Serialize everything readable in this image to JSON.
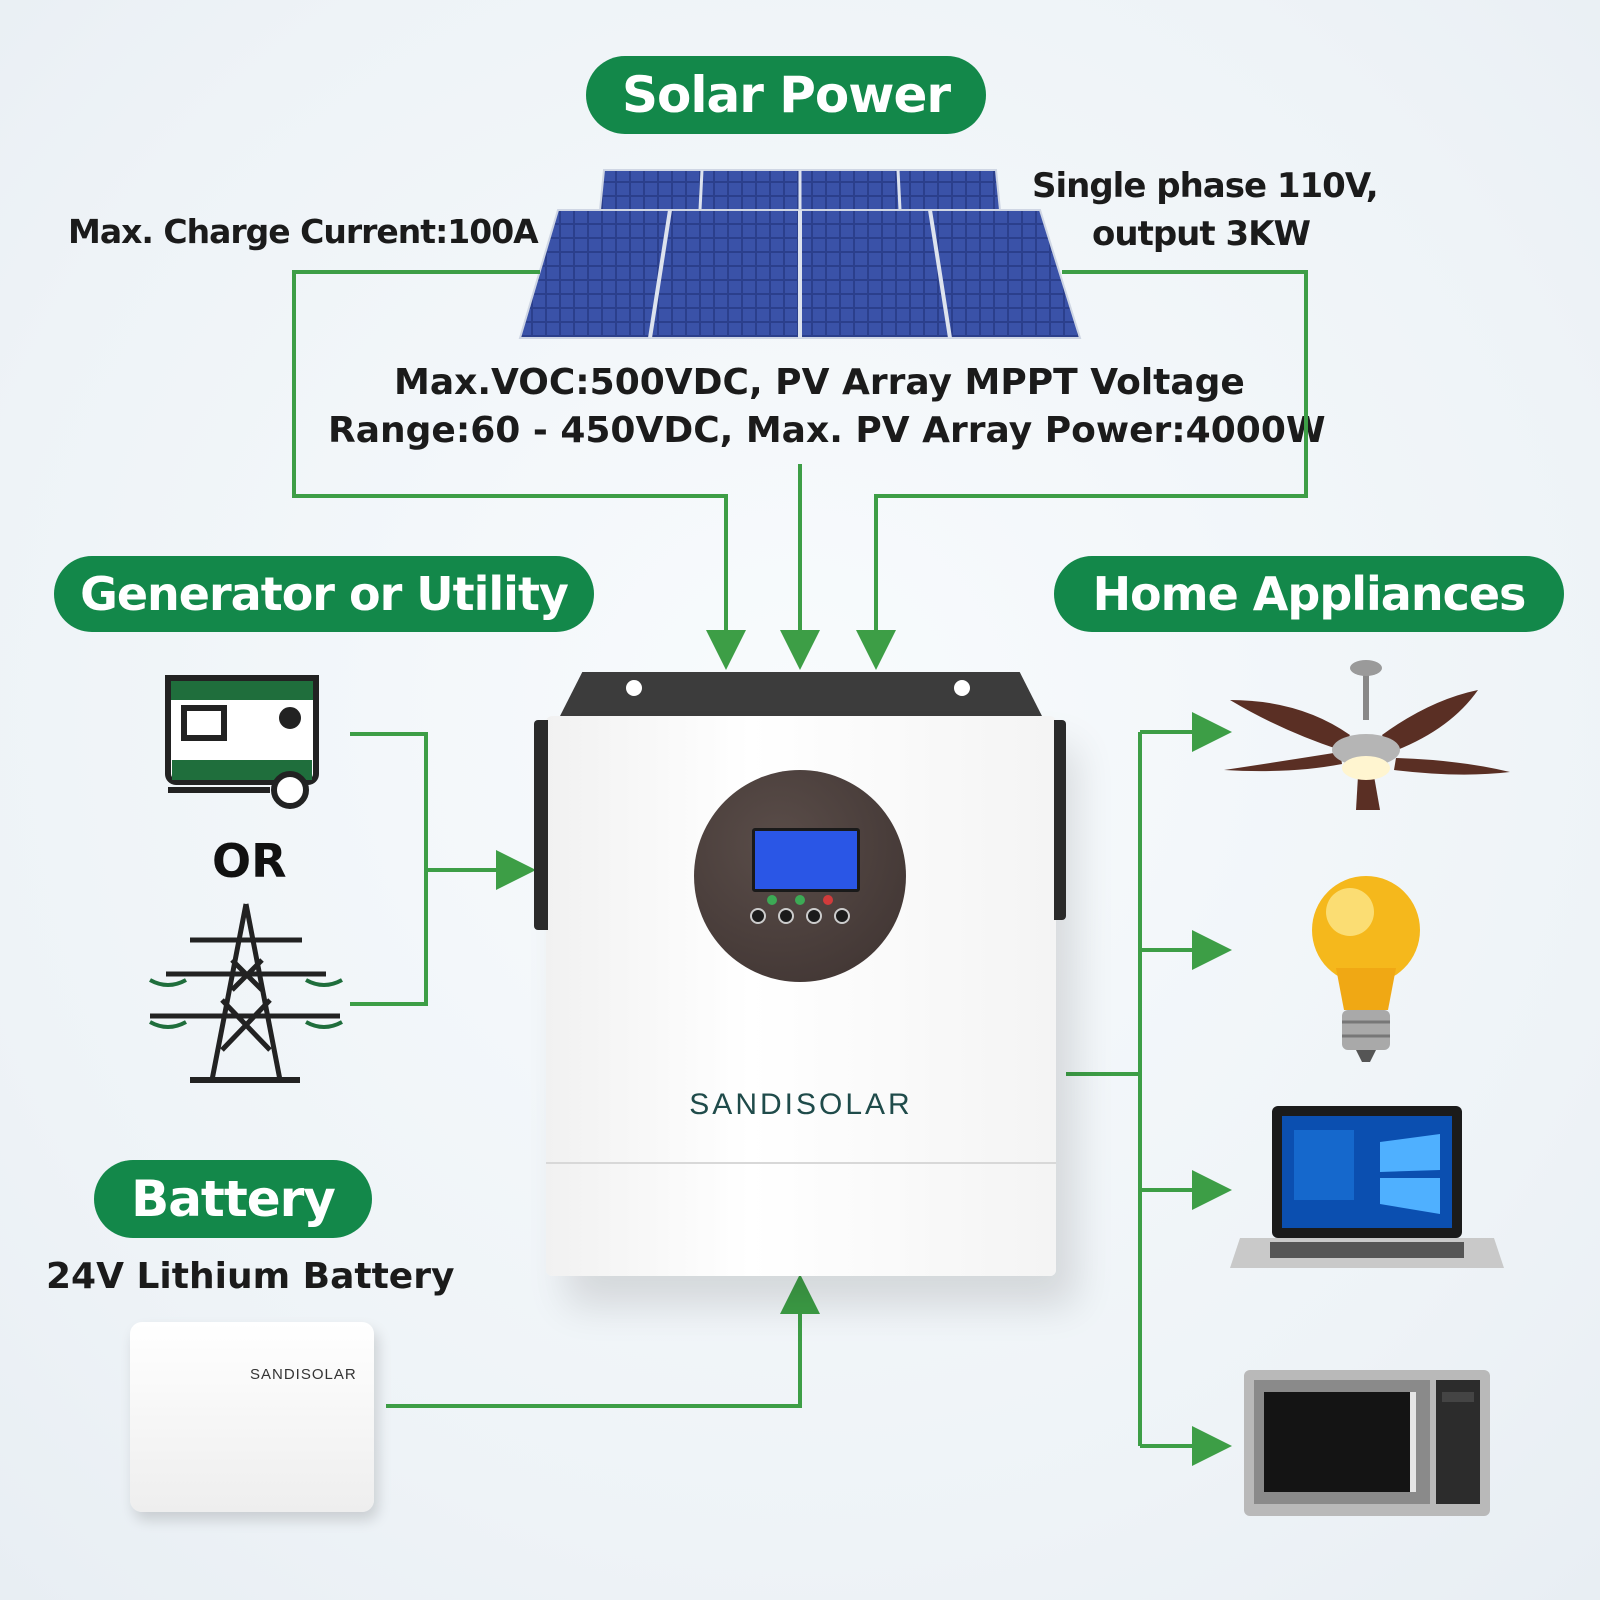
{
  "labels": {
    "solar_power": "Solar Power",
    "generator_or_utility": "Generator or Utility",
    "home_appliances": "Home Appliances",
    "battery": "Battery",
    "or": "OR"
  },
  "specs": {
    "max_charge_current": "Max. Charge Current:100A",
    "single_phase_line1": "Single phase 110V,",
    "single_phase_line2": "output 3KW",
    "pv_line1": "Max.VOC:500VDC, PV Array MPPT Voltage",
    "pv_line2": "Range:60 - 450VDC, Max. PV Array Power:4000W",
    "battery_type": "24V Lithium Battery"
  },
  "brand": {
    "inverter": "SANDISOLAR",
    "battery": "SANDISOLAR"
  },
  "colors": {
    "accent_green": "#13884a",
    "flow_line": "#3d9e46",
    "lcd_blue": "#2a56e6",
    "panel_blue": "#2b3f8c"
  },
  "icons": [
    "solar-panel-icon",
    "generator-icon",
    "power-tower-icon",
    "ceiling-fan-icon",
    "light-bulb-icon",
    "laptop-icon",
    "microwave-icon",
    "battery-icon"
  ]
}
